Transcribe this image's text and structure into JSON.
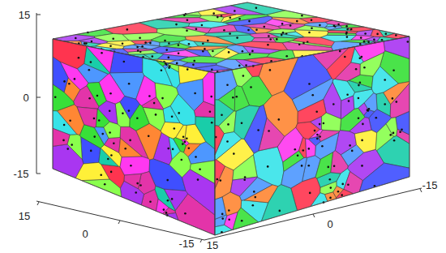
{
  "diagram": {
    "labels": [
      "15",
      "0",
      "-15",
      "15",
      "0",
      "-15",
      "15",
      "0",
      "-15"
    ]
  }
}
